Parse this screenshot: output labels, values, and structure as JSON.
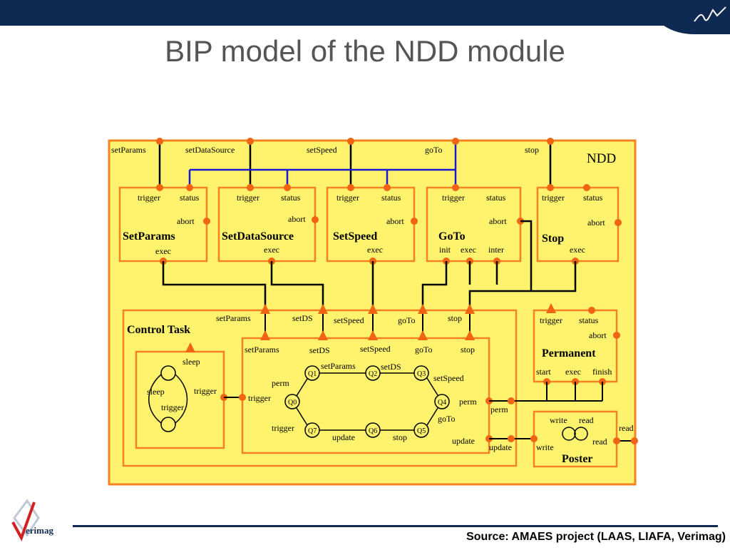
{
  "slide": {
    "title": "BIP model of the NDD module",
    "source": "Source: AMAES project (LAAS, LIAFA, Verimag)",
    "logo_text": "erimag"
  },
  "colors": {
    "accent_blue": "#0e2a52",
    "box_fill": "#fff36e",
    "border_orange": "#f58220",
    "port_orange": "#f06414",
    "wire_black": "#000000",
    "wire_blue": "#1818d0"
  },
  "diagram": {
    "outer_name": "NDD",
    "top_ports": [
      "setParams",
      "setDataSource",
      "setSpeed",
      "goTo",
      "stop"
    ],
    "components": [
      {
        "name": "SetParams",
        "ports": [
          "trigger",
          "status",
          "abort",
          "exec"
        ]
      },
      {
        "name": "SetDataSource",
        "ports": [
          "trigger",
          "status",
          "abort",
          "exec"
        ]
      },
      {
        "name": "SetSpeed",
        "ports": [
          "trigger",
          "status",
          "abort",
          "exec"
        ]
      },
      {
        "name": "GoTo",
        "ports": [
          "trigger",
          "status",
          "abort",
          "init",
          "exec",
          "inter"
        ]
      },
      {
        "name": "Stop",
        "ports": [
          "trigger",
          "status",
          "abort",
          "exec"
        ]
      }
    ],
    "control_task": {
      "name": "Control Task",
      "ports": [
        "setParams",
        "setDS",
        "setSpeed",
        "goTo",
        "stop"
      ],
      "inner_ports": [
        "setParams",
        "setDS",
        "setSpeed",
        "goTo",
        "stop",
        "trigger",
        "perm",
        "update"
      ],
      "sleep_box": {
        "labels": [
          "sleep",
          "sleep",
          "trigger",
          "trigger"
        ]
      },
      "states": [
        "Q1",
        "Q2",
        "Q3",
        "Q4",
        "Q5",
        "Q6",
        "Q7",
        "Q0"
      ],
      "transitions": [
        "perm",
        "setParams",
        "setDS",
        "setSpeed",
        "goTo",
        "stop",
        "update",
        "trigger"
      ],
      "outer_right_labels": [
        "perm",
        "update"
      ]
    },
    "permanent": {
      "name": "Permanent",
      "ports": [
        "trigger",
        "status",
        "abort",
        "start",
        "exec",
        "finish"
      ]
    },
    "poster": {
      "name": "Poster",
      "ports": [
        "write",
        "read",
        "write",
        "read"
      ],
      "outer_port": "read"
    }
  }
}
